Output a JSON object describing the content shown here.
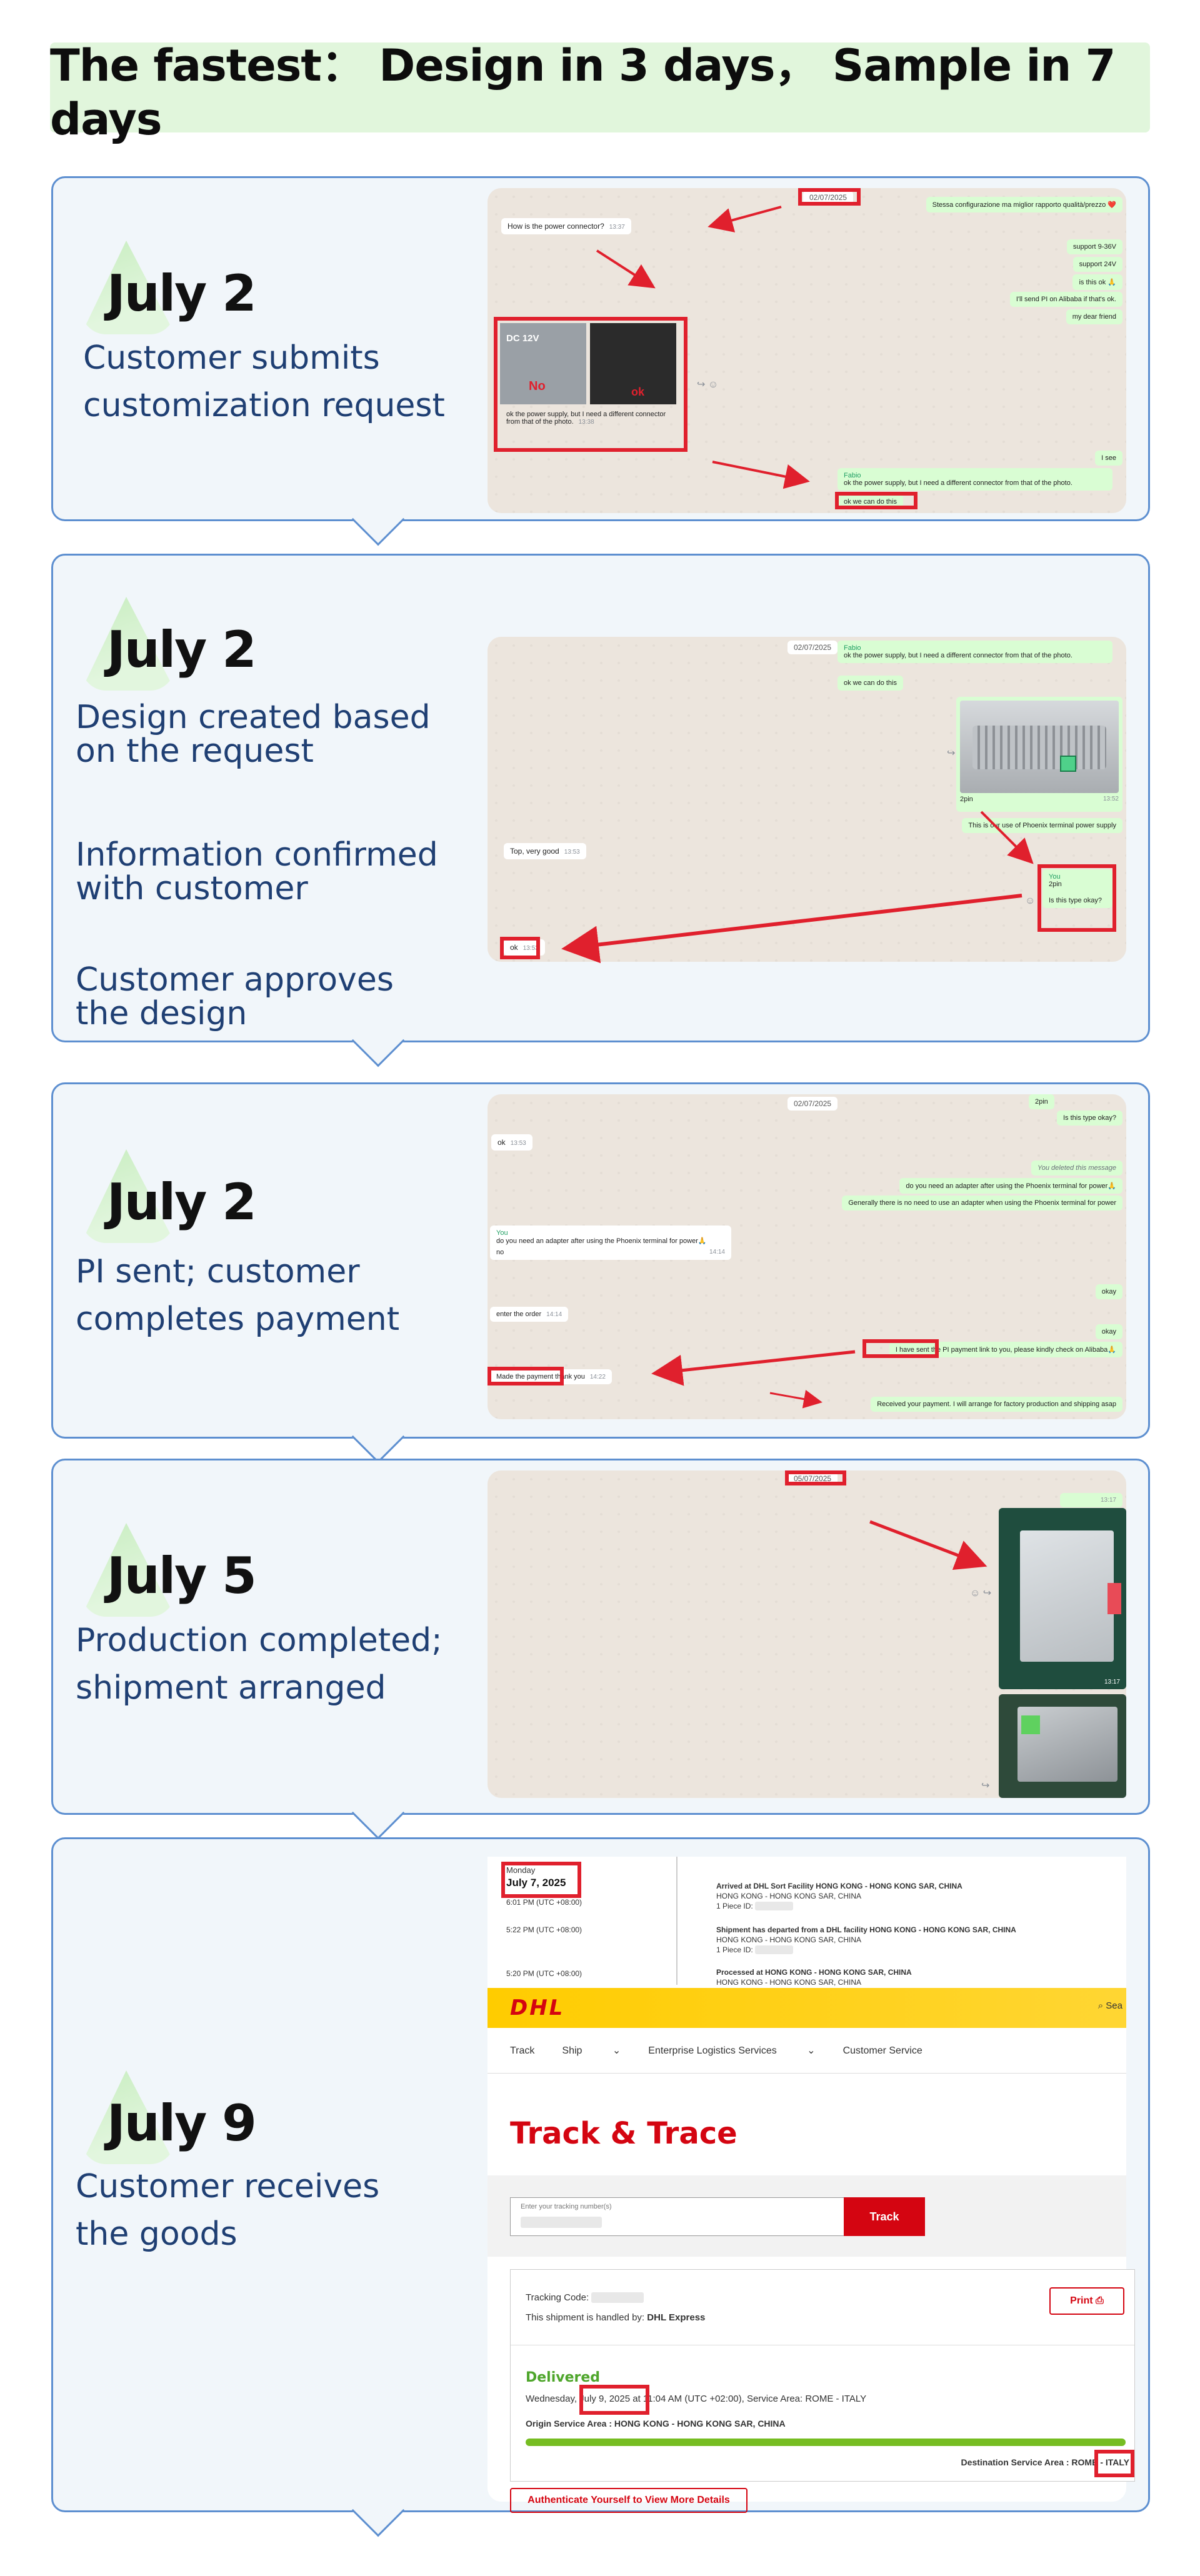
{
  "headline": "The fastest： Design in 3 days， Sample in 7 days",
  "steps": [
    {
      "date": "July 2",
      "desc": "Customer submits\ncustomization request",
      "chat": {
        "date_chip": "02/07/2025",
        "msg_question": "How is the power connector?",
        "msg_question_time": "13:37",
        "out1": "Stessa configurazione ma miglior rapporto qualità/prezzo ❤️",
        "out2": "support 9-36V",
        "out3": "support 24V",
        "out4": "is this ok 🙏",
        "out5": "I'll send PI on Alibaba if that's ok.",
        "out6": "my dear friend",
        "image_label_dc": "DC 12V",
        "image_label_no": "No",
        "image_label_ok": "ok",
        "msg_ps": "ok the power supply, but I need a different connector from that of the photo.",
        "msg_ps_time": "13:38",
        "out_see": "I see",
        "reply_quote_name": "Fabio",
        "reply_quote": "ok the power supply, but I need a different connector from that of the photo.",
        "out_can": "ok we can do this"
      }
    },
    {
      "date": "July 2",
      "desc_a": "Design created based\non the request",
      "desc_b": "Information confirmed\nwith customer",
      "desc_c": "Customer approves\nthe design",
      "chat": {
        "date_chip": "02/07/2025",
        "quote_name": "Fabio",
        "quote": "ok the power supply, but I need a different connector from that of the photo.",
        "out_can": "ok we can do this",
        "caption": "2pin",
        "caption_time": "13:52",
        "out_phoenix": "This is our use of Phoenix terminal power supply",
        "you_label": "You",
        "you_quote": "2pin",
        "out_type": "Is this type okay?",
        "in_good": "Top, very good",
        "in_good_time": "13:53",
        "in_ok": "ok",
        "in_ok_time": "13:53"
      }
    },
    {
      "date": "July 2",
      "desc": " PI sent; customer\ncompletes payment",
      "chat": {
        "date_chip": "02/07/2025",
        "out_2pin": "2pin",
        "out_type": "Is this type okay?",
        "in_ok": "ok",
        "in_ok_time": "13:53",
        "deleted": "You deleted this message",
        "out_adapter": "do you need an adapter after using the Phoenix terminal for power🙏",
        "out_general": "Generally there is no need to use an adapter when using the Phoenix terminal for power",
        "quote_you": "You",
        "quote_adapter": "do you need an adapter after using the Phoenix terminal for power🙏",
        "in_no": "no",
        "in_no_time": "14:14",
        "out_okay": "okay",
        "in_order": "enter the order",
        "in_order_time": "14:14",
        "out_okay2": "okay",
        "out_pi": "I have sent the PI payment link to you, please kindly check on Alibaba🙏",
        "in_paid": "Made the payment thank you",
        "in_paid_time": "14:22",
        "out_received": "Received your payment. I will arrange for factory production and shipping asap"
      }
    },
    {
      "date": "July 5",
      "desc": "Production completed;\nshipment arranged",
      "chat": {
        "date_chip": "05/07/2025",
        "time_a": "13:17",
        "time_b": "13:17"
      }
    },
    {
      "date": "July 9",
      "desc": "Customer receives\nthe goods",
      "dhl": {
        "day": "Monday",
        "day_date": "July 7, 2025",
        "ev1_time": "6:01 PM (UTC +08:00)",
        "ev1_title": "Arrived at DHL Sort Facility HONG KONG - HONG KONG SAR, CHINA",
        "ev1_loc": "HONG KONG - HONG KONG SAR, CHINA",
        "ev1_piece": "1 Piece ID:",
        "ev2_time": "5:22 PM (UTC +08:00)",
        "ev2_title": "Shipment has departed from a DHL facility HONG KONG - HONG KONG SAR, CHINA",
        "ev2_loc": "HONG KONG - HONG KONG SAR, CHINA",
        "ev2_piece": "1 Piece ID:",
        "ev3_time": "5:20 PM (UTC +08:00)",
        "ev3_title": "Processed at HONG KONG - HONG KONG SAR, CHINA",
        "ev3_loc": "HONG KONG - HONG KONG SAR, CHINA",
        "logo": "DHL",
        "search": "Sea",
        "nav": [
          "Track",
          "Ship",
          "Enterprise Logistics Services",
          "Customer Service"
        ],
        "title": "Track & Trace",
        "input_placeholder": "Enter your tracking number(s)",
        "track_button": "Track",
        "tracking_code_label": "Tracking Code:",
        "handled_by": "This shipment is handled by:",
        "handled_by_value": "DHL Express",
        "print_button": "Print",
        "status": "Delivered",
        "delivered_day": "Wednesday,",
        "delivered_date": "July 9, 2025",
        "delivered_rest": "at 11:04 AM (UTC +02:00), Service Area: ROME - ITALY",
        "origin": "Origin Service Area : HONG KONG - HONG KONG SAR, CHINA",
        "destination": "Destination Service Area : ROME -",
        "destination_country": "ITALY",
        "auth_button": "Authenticate Yourself to View More Details"
      }
    }
  ]
}
